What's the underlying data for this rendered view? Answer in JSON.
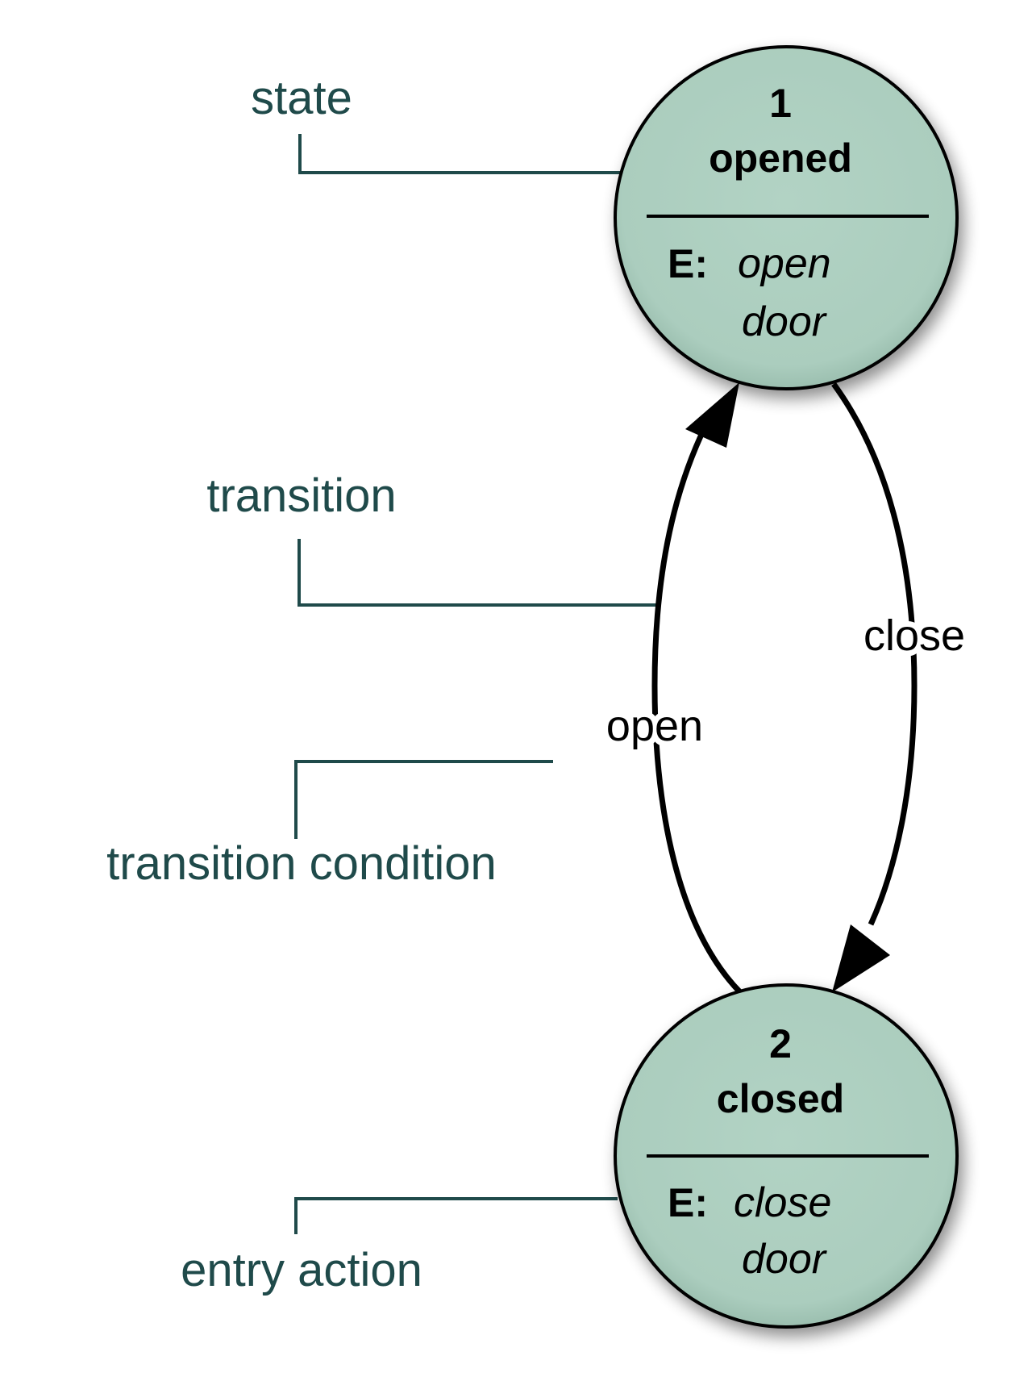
{
  "diagram": {
    "colors": {
      "state_fill": "#abcdbe",
      "callout": "#1f4a4a",
      "edge": "#000000"
    },
    "states": [
      {
        "number": "1",
        "name": "opened",
        "entry_prefix": "E:",
        "entry_line1": "open",
        "entry_line2": "door"
      },
      {
        "number": "2",
        "name": "closed",
        "entry_prefix": "E:",
        "entry_line1": "close",
        "entry_line2": "door"
      }
    ],
    "transitions": [
      {
        "from": "2",
        "to": "1",
        "label": "open"
      },
      {
        "from": "1",
        "to": "2",
        "label": "close"
      }
    ],
    "callouts": {
      "state": "state",
      "transition": "transition",
      "transition_condition": "transition condition",
      "entry_action": "entry action"
    }
  }
}
